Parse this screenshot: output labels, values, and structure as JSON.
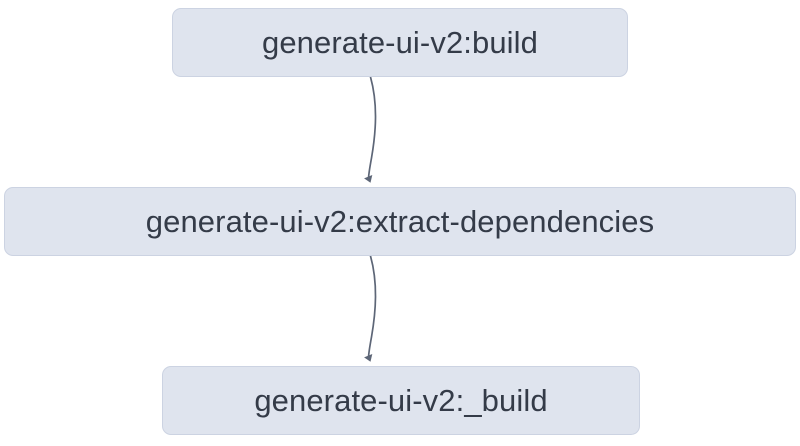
{
  "diagram": {
    "type": "flowchart",
    "direction": "top-to-bottom",
    "background_color": "#ffffff",
    "node_fill_color": "#dfe4ee",
    "node_border_color": "#ccd3e2",
    "node_text_color": "#343b48",
    "edge_color": "#6b7589",
    "nodes": [
      {
        "id": "build",
        "label": "generate-ui-v2:build"
      },
      {
        "id": "extract_dependencies",
        "label": "generate-ui-v2:extract-dependencies"
      },
      {
        "id": "underscore_build",
        "label": "generate-ui-v2:_build"
      }
    ],
    "edges": [
      {
        "from": "build",
        "to": "extract_dependencies",
        "label": ""
      },
      {
        "from": "extract_dependencies",
        "to": "underscore_build",
        "label": ""
      }
    ]
  }
}
